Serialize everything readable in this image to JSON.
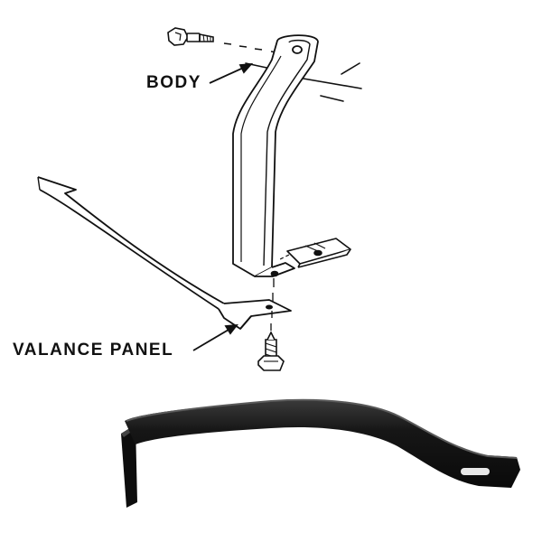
{
  "diagram": {
    "labels": {
      "body": "BODY",
      "valance_panel": "VALANCE PANEL"
    },
    "parts": [
      {
        "name": "bolt-top",
        "description": "hex bolt attaching bracket to body"
      },
      {
        "name": "bracket-illustration",
        "description": "support bracket line drawing"
      },
      {
        "name": "clip-nut",
        "description": "spring clip nut"
      },
      {
        "name": "valance-panel",
        "description": "valance panel outline"
      },
      {
        "name": "bolt-bottom",
        "description": "hex bolt attaching bracket to valance panel"
      },
      {
        "name": "bracket-photo",
        "description": "black support bracket"
      }
    ],
    "colors": {
      "line": "#111111",
      "bracket": "#1a1a1a",
      "background": "#ffffff"
    }
  }
}
